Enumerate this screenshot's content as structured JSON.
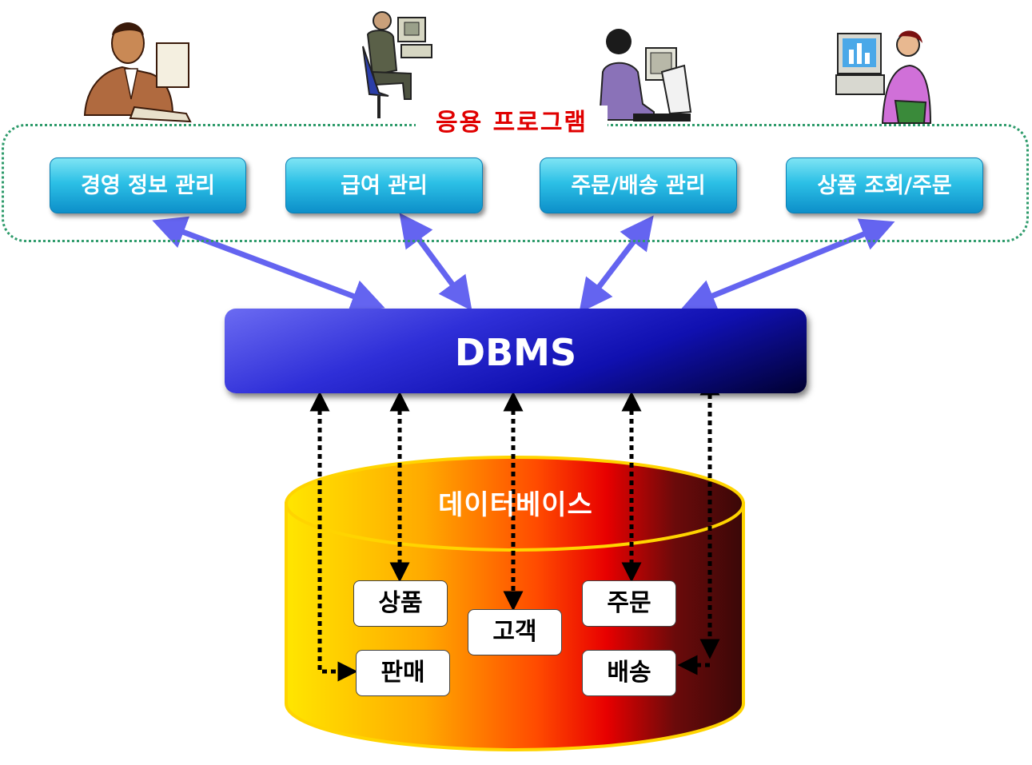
{
  "group": {
    "title": "응용 프로그램"
  },
  "apps": [
    {
      "label": "경영 정보 관리"
    },
    {
      "label": "급여 관리"
    },
    {
      "label": "주문/배송 관리"
    },
    {
      "label": "상품 조회/주문"
    }
  ],
  "dbms": {
    "label": "DBMS"
  },
  "database": {
    "label": "데이터베이스",
    "tables": [
      {
        "label": "상품"
      },
      {
        "label": "고객"
      },
      {
        "label": "주문"
      },
      {
        "label": "판매"
      },
      {
        "label": "배송"
      }
    ]
  },
  "colors": {
    "title": "#e00000",
    "app_button": "#2cc0e6",
    "dbms": "#2f2fd8",
    "arrow": "#6464f0",
    "group_border": "#2e9b6b"
  }
}
